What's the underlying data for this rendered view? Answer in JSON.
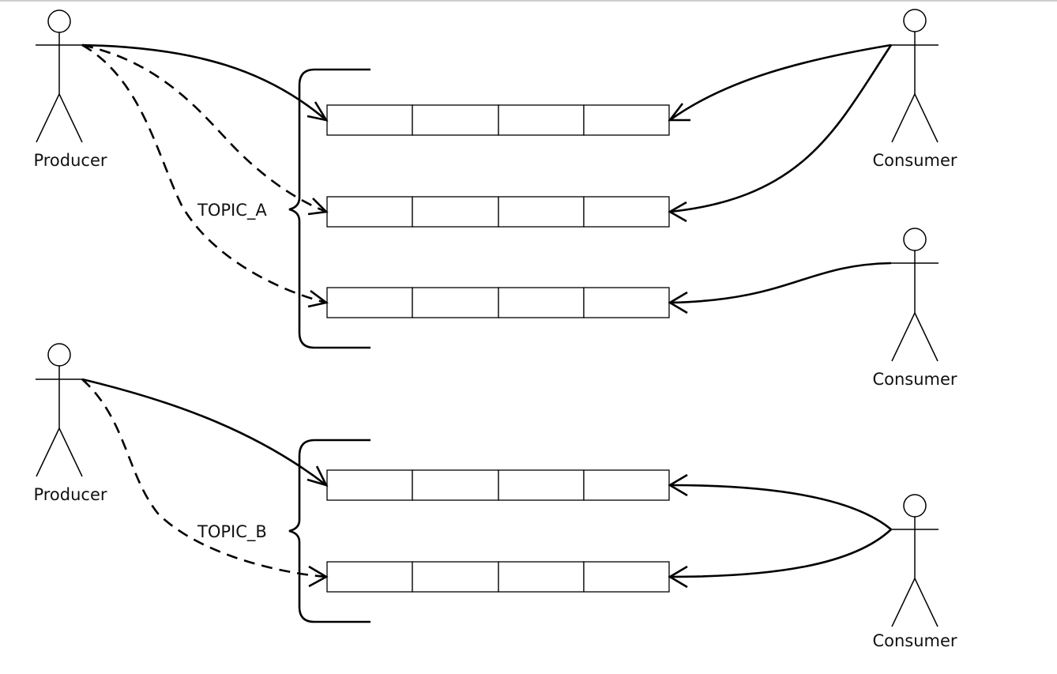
{
  "actors": {
    "producer_a": "Producer",
    "producer_b": "Producer",
    "consumer_1": "Consumer",
    "consumer_2": "Consumer",
    "consumer_3": "Consumer"
  },
  "topics": {
    "topic_a": "TOPIC_A",
    "topic_b": "TOPIC_B"
  },
  "colors": {
    "line": "#000000",
    "background": "#ffffff"
  }
}
